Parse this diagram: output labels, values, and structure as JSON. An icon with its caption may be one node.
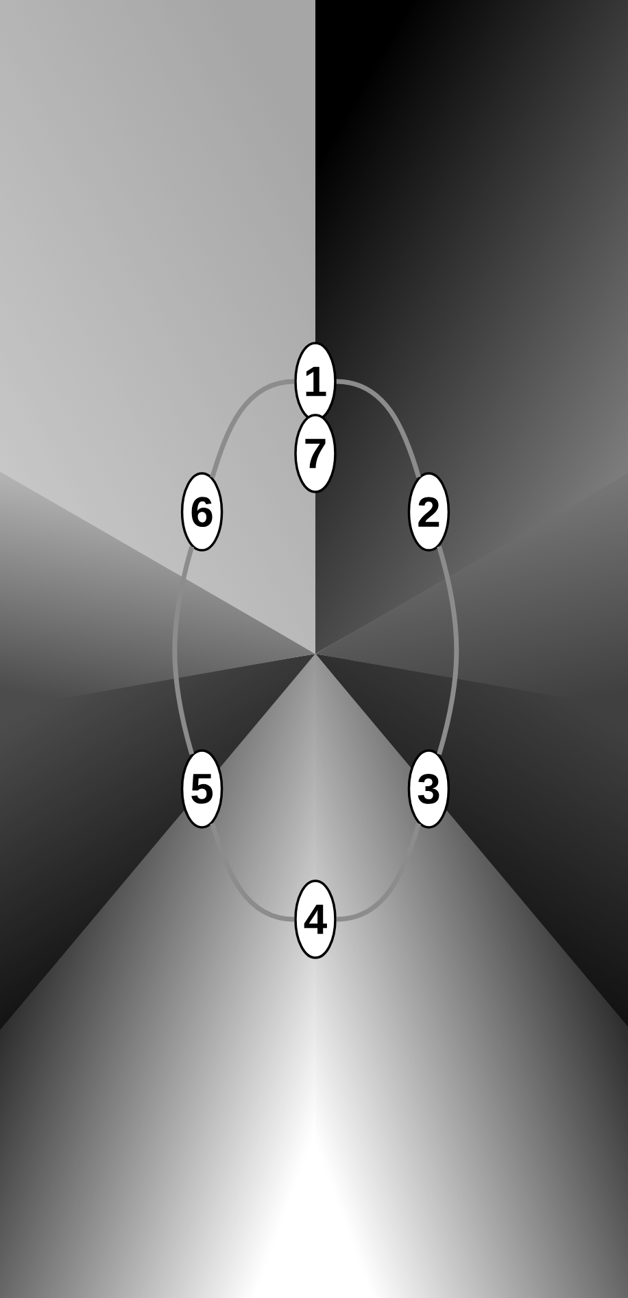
{
  "diagram": {
    "nodes": [
      {
        "text": [
          "1"
        ]
      },
      {
        "text": [
          "2"
        ]
      },
      {
        "text": [
          "3"
        ]
      },
      {
        "text": [
          "4"
        ]
      },
      {
        "text": [
          "5"
        ]
      },
      {
        "text": [
          "6"
        ]
      },
      {
        "text": [
          "7"
        ]
      }
    ],
    "edges": [
      {
        "from": 0,
        "to": 1,
        "arrow": "none"
      },
      {
        "from": 1,
        "to": 2,
        "arrow": "none"
      },
      {
        "from": 2,
        "to": 3,
        "arrow": "none"
      },
      {
        "from": 3,
        "to": 4,
        "arrow": "none"
      },
      {
        "from": 4,
        "to": 5,
        "arrow": "none"
      },
      {
        "from": 5,
        "to": 0,
        "arrow": "none"
      }
    ]
  }
}
